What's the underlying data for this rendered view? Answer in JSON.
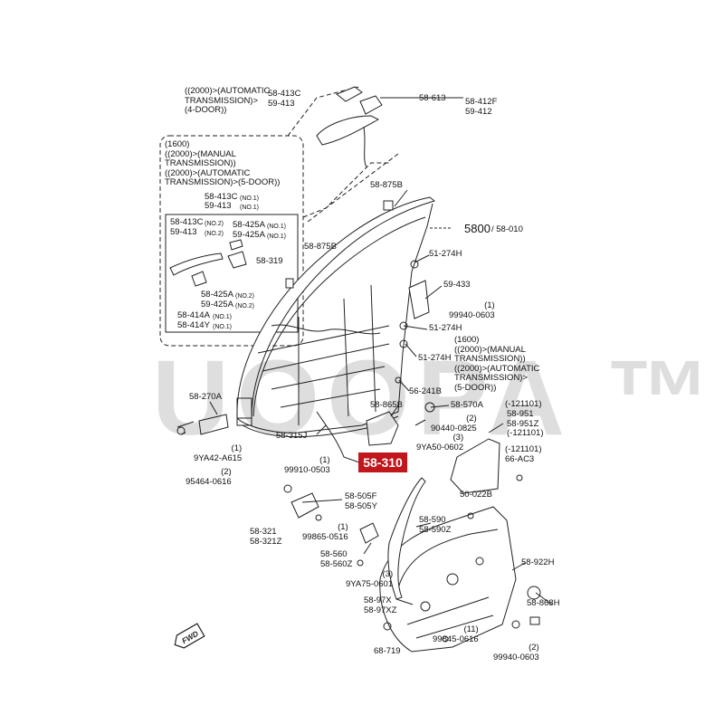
{
  "watermark": "UOOPA ™",
  "highlight": "58-310",
  "fwd_text": "FWD",
  "labels": {
    "l_top_auto": "((2000)>(AUTOMATIC\nTRANSMISSION)>\n(4-DOOR))",
    "l_413c_top": "58-413C\n59-413",
    "l_613": "58-613",
    "l_412f": "58-412F\n59-412",
    "l_box_title": "(1600)\n((2000)>(MANUAL\nTRANSMISSION))\n((2000)>(AUTOMATIC\nTRANSMISSION)>(5-DOOR))",
    "l_box_413c": "58-413C",
    "l_box_413": "59-413",
    "l_box_no1a": "(NO.1)",
    "l_box_no1b": "(NO.1)",
    "l_box_413c2": "58-413C\n59-413",
    "l_box_no2a": "(NO.2)\n(NO.2)",
    "l_box_425a": "58-425A\n59-425A",
    "l_box_no1c": "(NO.1)\n(NO.1)",
    "l_box_319": "58-319",
    "l_box_425a2": "58-425A\n59-425A",
    "l_box_no2b": "(NO.2)\n(NO.2)",
    "l_box_414a": "58-414A\n58-414Y",
    "l_box_no1d": "(NO.1)\n(NO.1)",
    "l_875b_top": "58-875B",
    "l_5800": "5800",
    "l_010": "/ 58-010",
    "l_875b_mid": "58-875B",
    "l_274h_a": "51-274H",
    "l_433": "59-433",
    "l_99940_a": "(1)\n99940-0603",
    "l_274h_b": "51-274H",
    "l_right_note": "(1600)\n((2000)>(MANUAL\nTRANSMISSION))\n((2000)>(AUTOMATIC\nTRANSMISSION)>\n(5-DOOR))",
    "l_274h_c": "51-274H",
    "l_241b": "56-241B",
    "l_270a": "58-270A",
    "l_865b": "58-865B",
    "l_570a": "58-570A",
    "l_121101_a": "(-121101)",
    "l_951": "58-951\n58-951Z\n(-121101)",
    "l_90440": "(2)\n90440-0825",
    "l_315j": "58-315J",
    "l_9ya50": "(3)\n9YA50-0602",
    "l_9ya42": "(1)\n9YA42-A615",
    "l_121101_b": "(-121101)",
    "l_ac3": "66-AC3",
    "l_99910": "(1)\n99910-0503",
    "l_95464": "(2)\n95464-0616",
    "l_022b": "50-022B",
    "l_505f": "58-505F\n58-505Y",
    "l_590": "58-590\n58-590Z",
    "l_321": "58-321\n58-321Z",
    "l_99865": "(1)\n99865-0516",
    "l_560": "58-560\n58-560Z",
    "l_9ya75": "(3)\n9YA75-0601",
    "l_922h": "58-922H",
    "l_97x": "58-97X\n58-97XZ",
    "l_868h": "58-868H",
    "l_719": "68-719",
    "l_99845": "(11)\n99845-0616",
    "l_99940_b": "(2)\n99940-0603"
  }
}
